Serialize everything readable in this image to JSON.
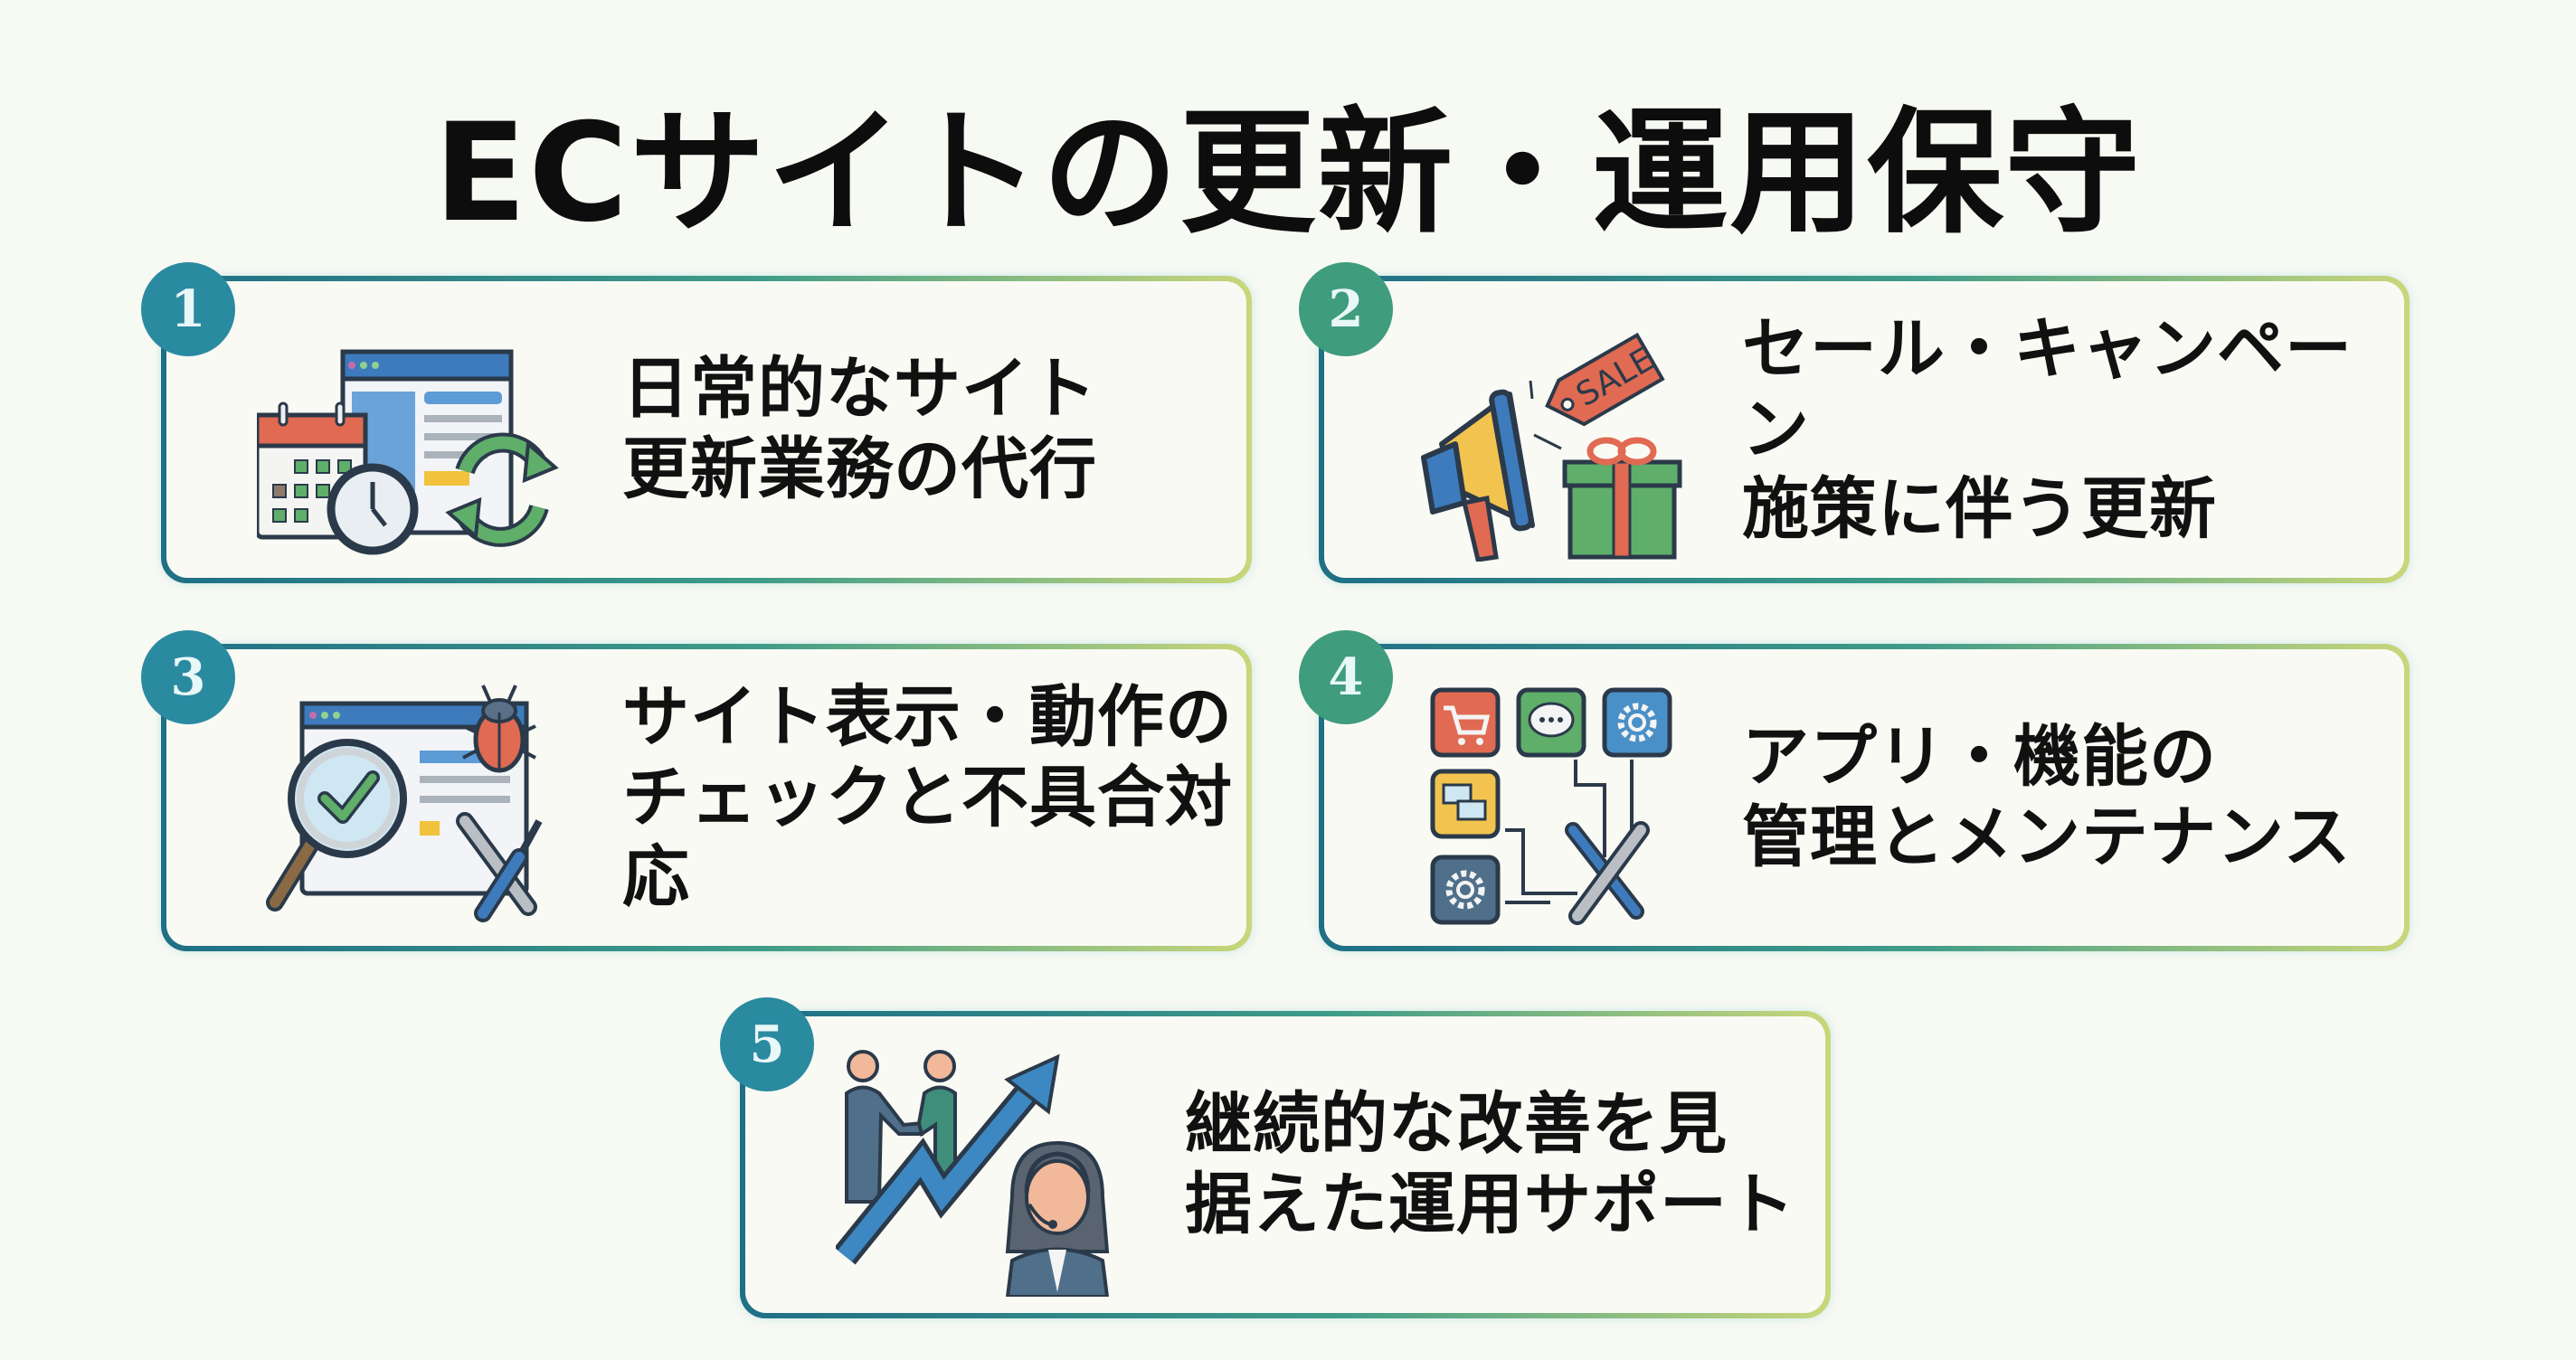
{
  "title": "ECサイトの更新・運用保守",
  "colors": {
    "badge_teal": "#2a8aa0",
    "badge_green": "#3f9c7c",
    "border_start": "#1f6f86",
    "border_mid": "#3f9c88",
    "border_end": "#c9d77a",
    "background": "#f7f9f3"
  },
  "items": [
    {
      "number": "1",
      "line1": "日常的なサイト",
      "line2": "更新業務の代行",
      "icon": "calendar-clock-browser-refresh-icon"
    },
    {
      "number": "2",
      "line1": "セール・キャンペーン",
      "line2": "施策に伴う更新",
      "icon": "megaphone-sale-tag-gift-icon",
      "tag_text": "SALE"
    },
    {
      "number": "3",
      "line1": "サイト表示・動作の",
      "line2": "チェックと不具合対応",
      "icon": "magnifier-bug-tools-icon"
    },
    {
      "number": "4",
      "line1": "アプリ・機能の",
      "line2": "管理とメンテナンス",
      "icon": "app-grid-tools-icon"
    },
    {
      "number": "5",
      "line1": "継続的な改善を見",
      "line2": "据えた運用サポート",
      "icon": "handshake-growth-support-icon"
    }
  ]
}
